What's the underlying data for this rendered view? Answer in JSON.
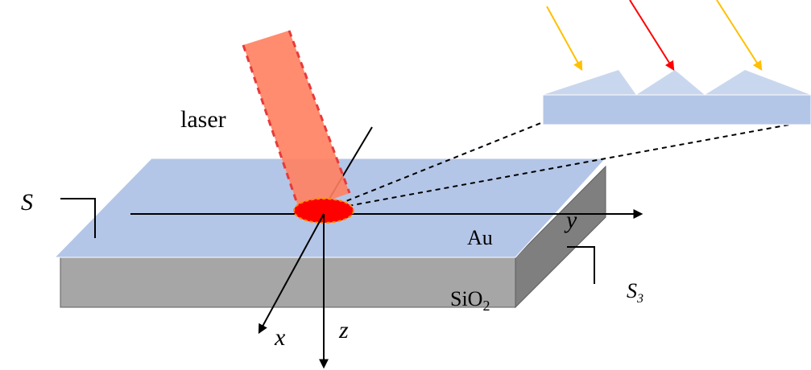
{
  "labels": {
    "laser": "laser",
    "s_left": "S",
    "au": "Au",
    "sio2_main": "SiO",
    "sio2_sub": "2",
    "axis_x": "x",
    "axis_y": "y",
    "axis_z": "z",
    "s3_main": "S",
    "s3_sub": "3"
  },
  "colors": {
    "au_top": "#b4c6e7",
    "au_edge": "#b4c6e7",
    "substrate_front": "#a6a6a6",
    "substrate_side": "#7f7f7f",
    "laser_beam": "#ff7f5f",
    "laser_edge_dash": "#e83a3a",
    "laser_spot": "#ff0000",
    "laser_spot_outline": "#ff8c00",
    "inset_grating": "#c9d7ee",
    "inset_base": "#b4c6e7",
    "inset_arrow_side": "#ffc000",
    "inset_arrow_center": "#ff0000",
    "axes": "#000000"
  },
  "icons": {
    "laser_beam": "laser-beam",
    "laser_spot": "laser-spot",
    "inset": "grating-inset"
  }
}
